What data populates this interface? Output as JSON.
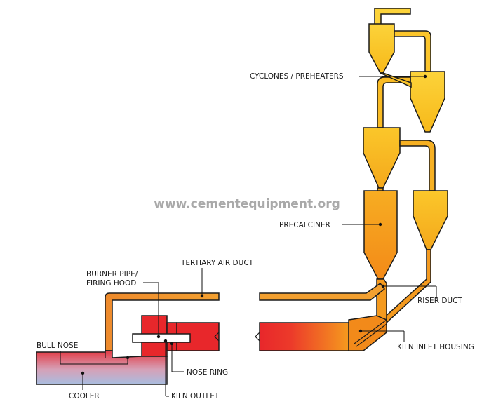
{
  "watermark": "www.cementequipment.org",
  "labels": {
    "cyclones": "CYCLONES / PREHEATERS",
    "precalciner": "PRECALCINER",
    "tertiary_air_duct": "TERTIARY AIR DUCT",
    "burner_pipe_line1": "BURNER PIPE/",
    "burner_pipe_line2": "FIRING HOOD",
    "riser_duct": "RISER DUCT",
    "bull_nose": "BULL NOSE",
    "kiln_inlet_housing": "KILN INLET HOUSING",
    "nose_ring": "NOSE RING",
    "cooler": "COOLER",
    "kiln_outlet": "KILN OUTLET"
  },
  "colors": {
    "preheater_yellow": "#f7b91a",
    "calciner_orange": "#f5a01e",
    "duct_orange": "#f0932a",
    "kiln_red": "#e8272b",
    "cooler_blue": "#a9bde0",
    "outline": "#1b1b1b"
  }
}
